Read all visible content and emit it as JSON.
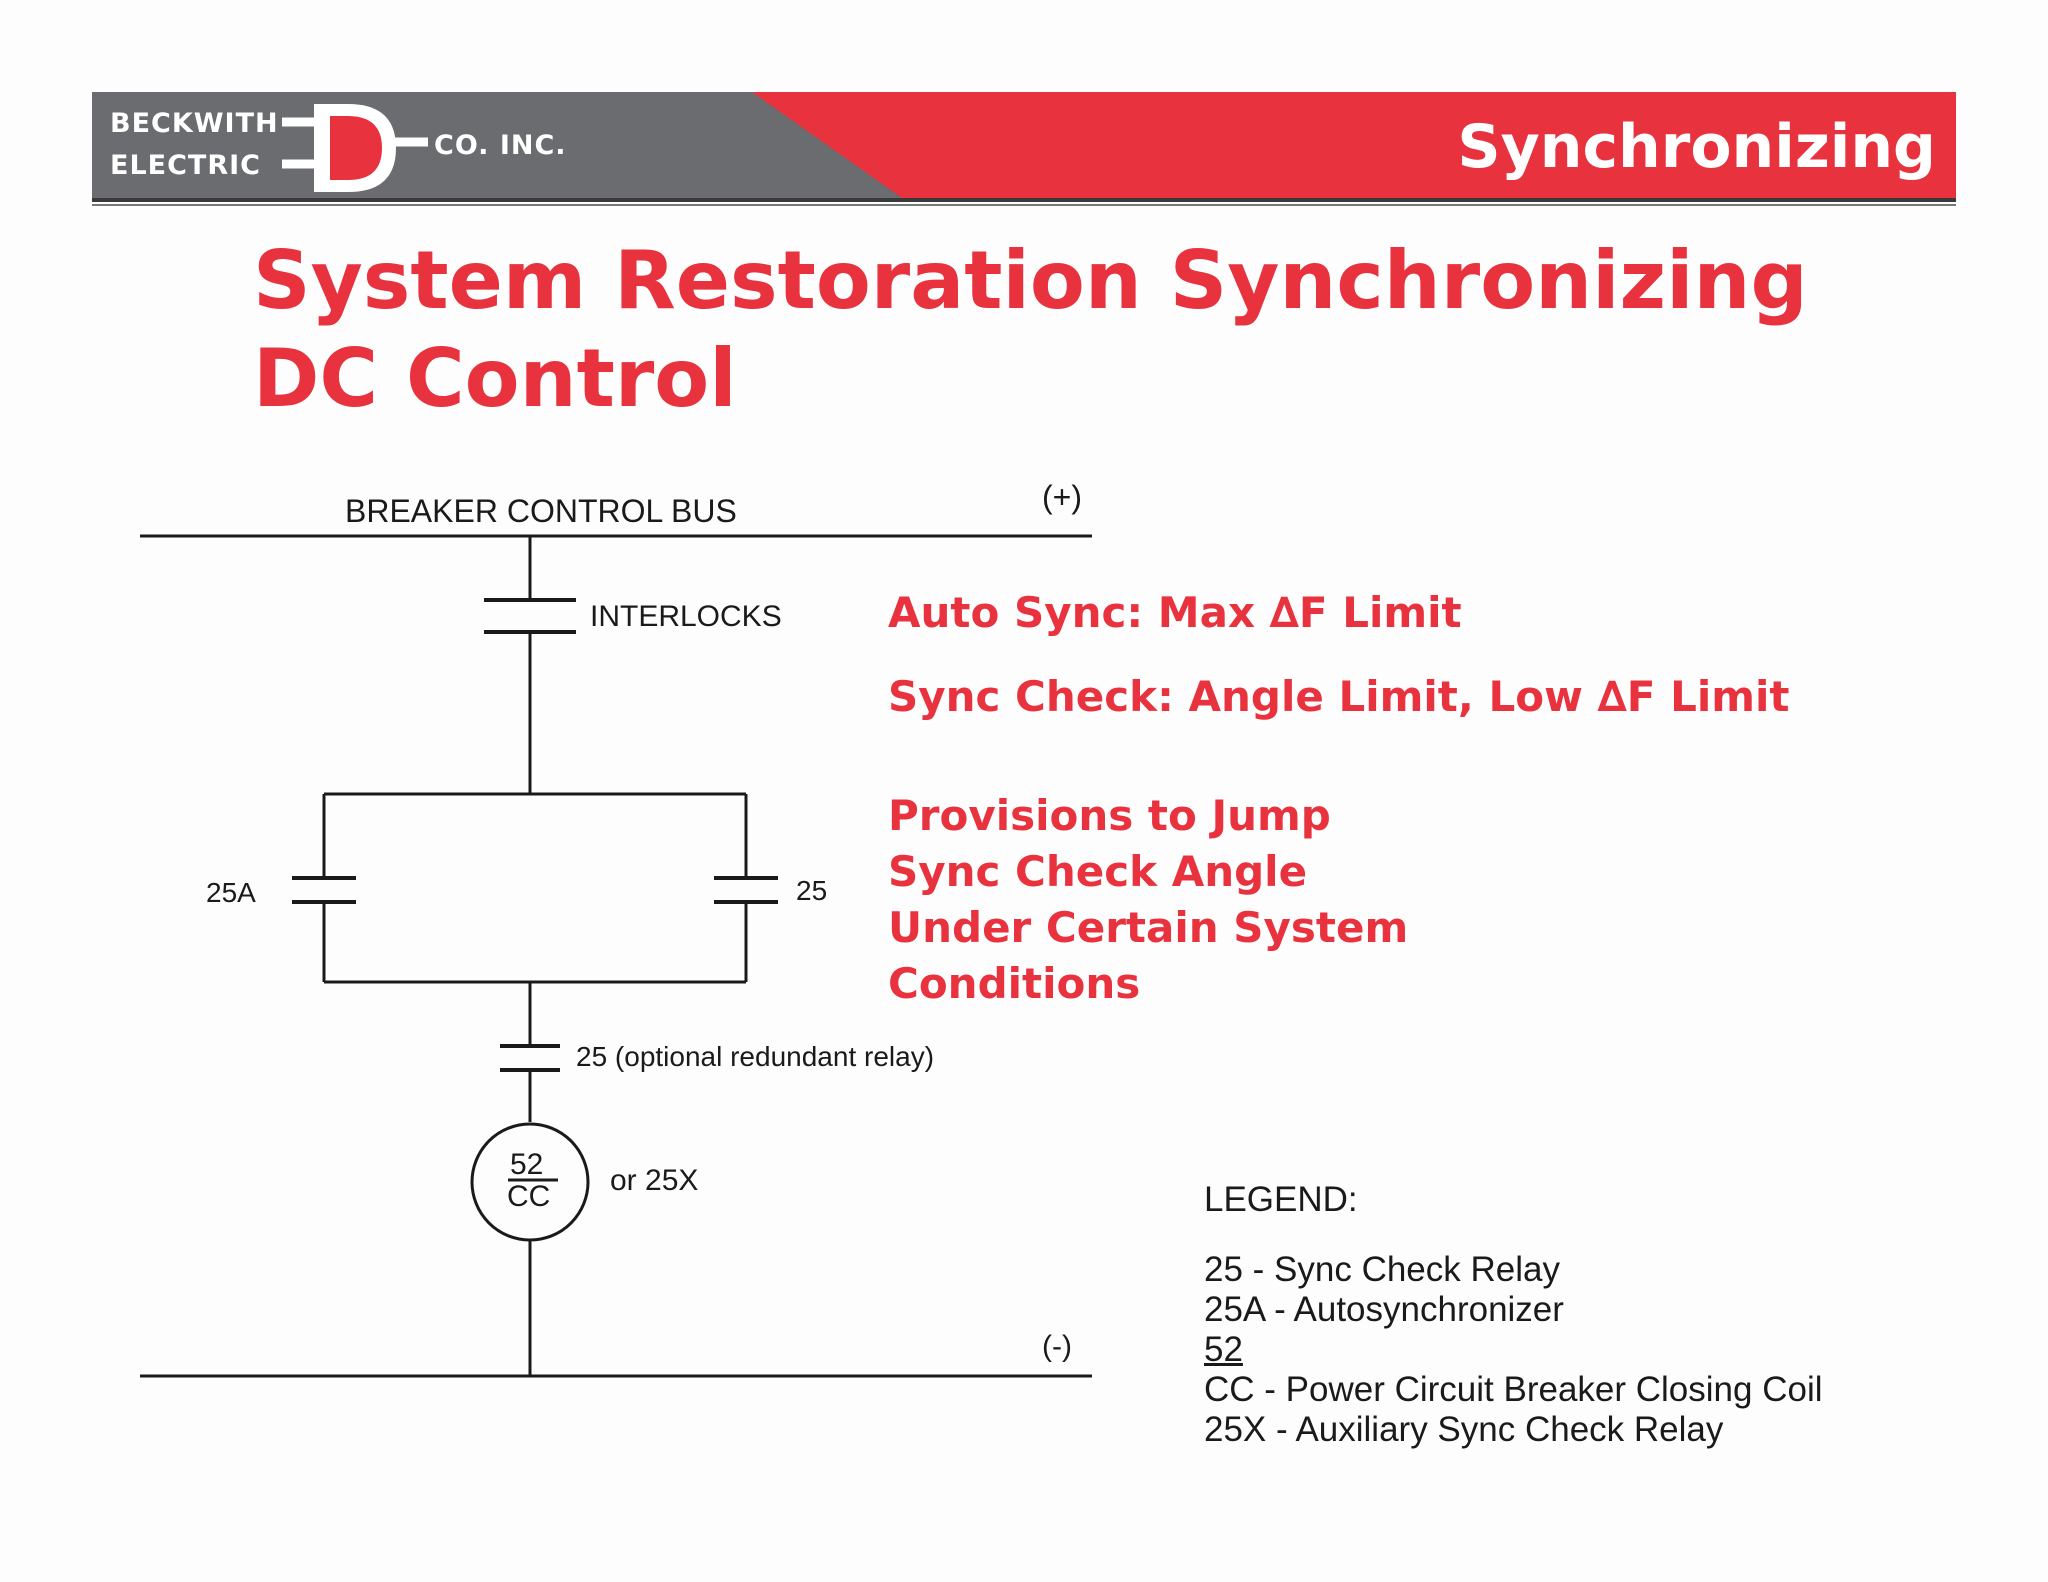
{
  "header": {
    "logo_line1": "BECKWITH",
    "logo_line2": "ELECTRIC",
    "logo_co": "CO. INC.",
    "section_title": "Synchronizing",
    "colors": {
      "gray": "#6a6c70",
      "red": "#e8323e"
    }
  },
  "slide_title": "System Restoration Synchronizing DC Control",
  "notes": {
    "auto_sync": "Auto Sync: Max ∆F Limit",
    "sync_check": "Sync Check: Angle Limit, Low ∆F Limit",
    "provisions": [
      "Provisions to Jump",
      "Sync Check Angle",
      "Under Certain System",
      "Conditions"
    ]
  },
  "diagram": {
    "bus_label": "BREAKER CONTROL BUS",
    "plus_label": "(+)",
    "minus_label": "(-)",
    "interlocks_label": "INTERLOCKS",
    "contact_25a_label": "25A",
    "contact_25_label": "25",
    "redundant_label": "25 (optional redundant relay)",
    "coil_top": "52",
    "coil_bottom": "CC",
    "coil_alt_label": "or 25X"
  },
  "legend": {
    "title": "LEGEND:",
    "items": [
      "25 - Sync Check Relay",
      "25A - Autosynchronizer",
      "52",
      "CC - Power Circuit Breaker Closing Coil",
      "25X - Auxiliary Sync Check Relay"
    ]
  }
}
